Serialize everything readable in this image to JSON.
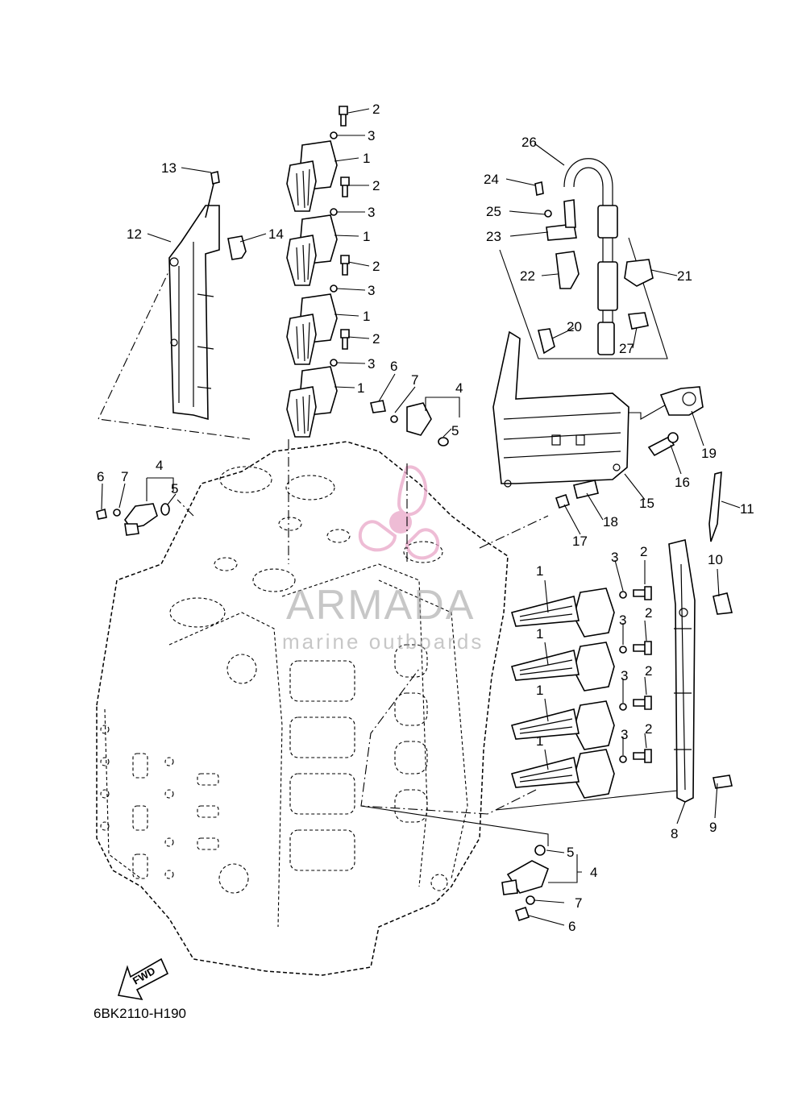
{
  "diagram_code": "6BK2110-H190",
  "fwd_label": "FWD",
  "watermark": {
    "brand": "ARMADA",
    "tagline": "marine outboards",
    "accent_color": "#e9a6c8",
    "text_color": "#9a9a9a"
  },
  "callouts": {
    "c1a": "1",
    "c1b": "1",
    "c1c": "1",
    "c1d": "1",
    "c1e": "1",
    "c1f": "1",
    "c1g": "1",
    "c1h": "1",
    "c2a": "2",
    "c2b": "2",
    "c2c": "2",
    "c2d": "2",
    "c2e": "2",
    "c2f": "2",
    "c2g": "2",
    "c2h": "2",
    "c3a": "3",
    "c3b": "3",
    "c3c": "3",
    "c3d": "3",
    "c3e": "3",
    "c3f": "3",
    "c3g": "3",
    "c3h": "3",
    "c4a": "4",
    "c4b": "4",
    "c4c": "4",
    "c5a": "5",
    "c5b": "5",
    "c5c": "5",
    "c6a": "6",
    "c6b": "6",
    "c6c": "6",
    "c7a": "7",
    "c7b": "7",
    "c7c": "7",
    "c8": "8",
    "c9": "9",
    "c10": "10",
    "c11": "11",
    "c12": "12",
    "c13": "13",
    "c14": "14",
    "c15": "15",
    "c16": "16",
    "c17": "17",
    "c18": "18",
    "c19": "19",
    "c20": "20",
    "c21": "21",
    "c22": "22",
    "c23": "23",
    "c24": "24",
    "c25": "25",
    "c26": "26",
    "c27": "27"
  }
}
